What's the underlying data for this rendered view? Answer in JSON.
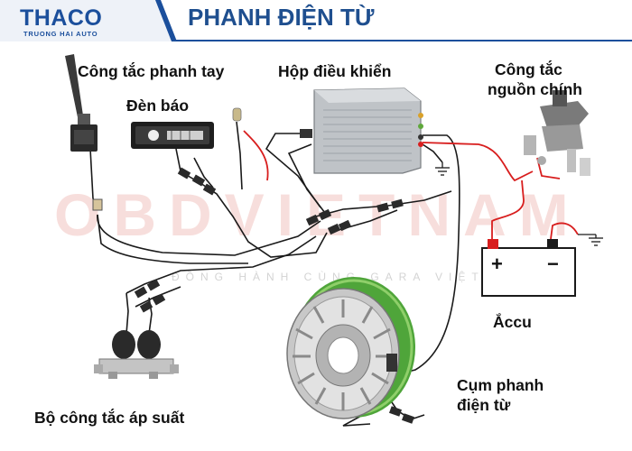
{
  "header": {
    "logo_text": "THACO",
    "logo_subtext": "TRUONG HAI AUTO",
    "title": "PHANH ĐIỆN TỪ"
  },
  "watermark": {
    "text": "OBDVIETNAM",
    "subtext": "ĐỒNG HÀNH CÙNG GARA VIỆT"
  },
  "labels": {
    "hand_brake_switch": "Công tắc phanh tay",
    "control_box": "Hộp điều khiển",
    "main_power_switch_line1": "Công tắc",
    "main_power_switch_line2": "nguồn chính",
    "indicator_lamp": "Đèn báo",
    "battery": "Ắccu",
    "battery_plus": "+",
    "battery_minus": "−",
    "pressure_switch_set": "Bộ công tắc áp suất",
    "brake_assembly_line1": "Cụm phanh",
    "brake_assembly_line2": "điện từ"
  },
  "colors": {
    "brand_blue": "#1b4f9c",
    "title_blue": "#1f4f8f",
    "wire_red": "#d81e1e",
    "wire_black": "#1a1a1a",
    "coil_green": "#4fa53a",
    "watermark_red": "#f3c9c5"
  }
}
